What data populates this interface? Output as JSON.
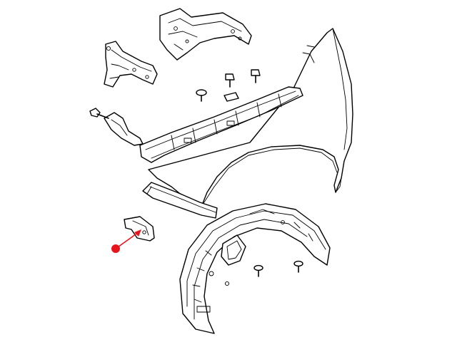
{
  "diagram": {
    "background": "#ffffff",
    "line_color": "#000000",
    "callout_color": "#e8141c",
    "parts": [
      "fender-panel",
      "upper-rail-bracket",
      "cowl-side-bracket",
      "fender-support-rail",
      "side-bracket",
      "lower-reinforcement",
      "shield-bracket",
      "wheelhouse-liner",
      "fastener-bolt",
      "fastener-push-pin",
      "fastener-clip"
    ],
    "callout": {
      "target_part": "shield-bracket",
      "marker": "dot"
    }
  }
}
